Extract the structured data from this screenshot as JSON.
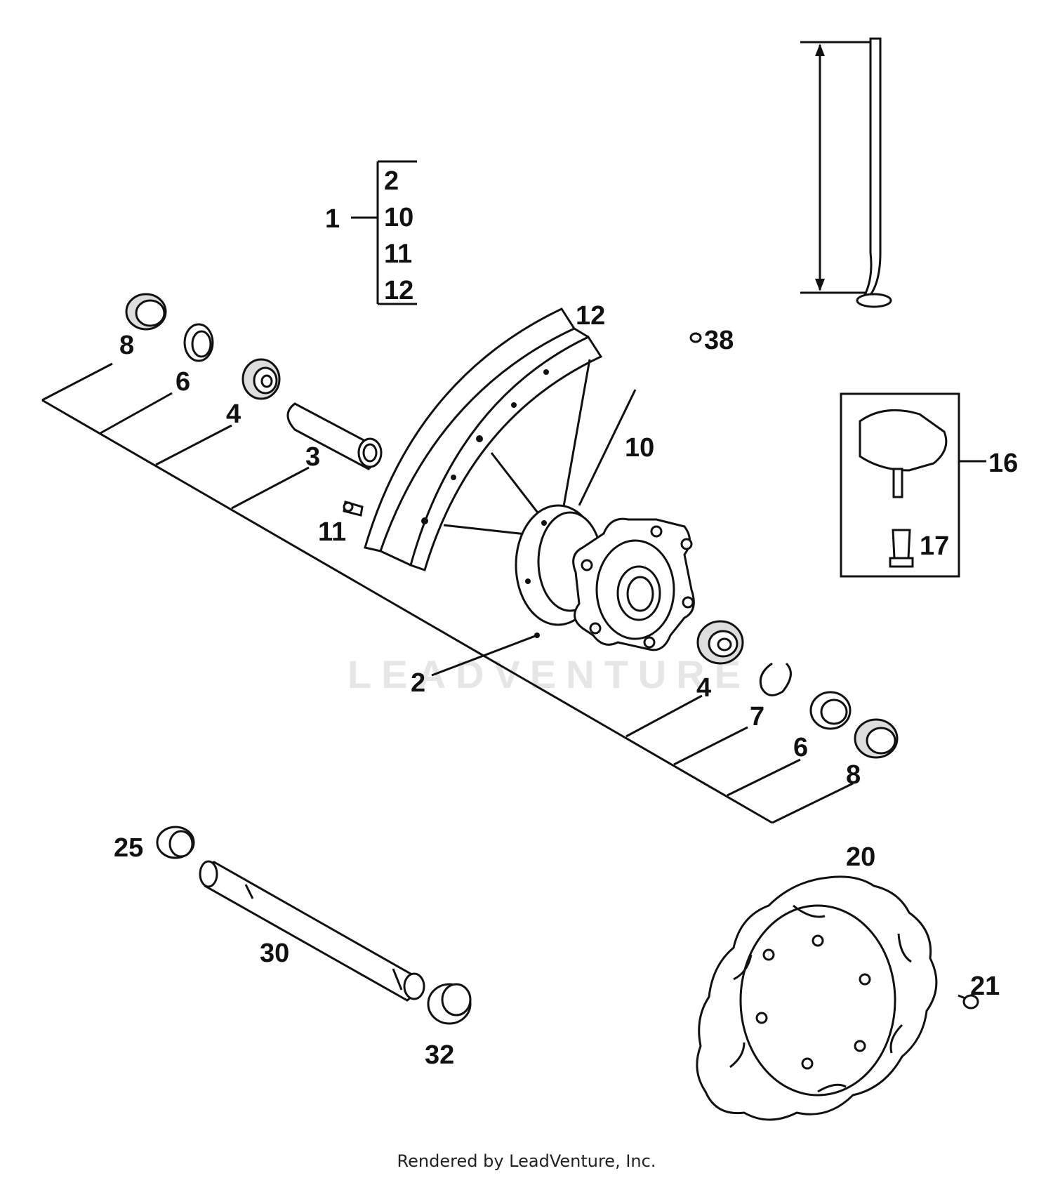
{
  "watermark": "LEADVENTURE",
  "footer": "Rendered by LeadVenture, Inc.",
  "callouts": {
    "c1": "1",
    "g2": "2",
    "g10": "10",
    "g11": "11",
    "g12": "12",
    "c8a": "8",
    "c6a": "6",
    "c4a": "4",
    "c3": "3",
    "c11": "11",
    "c12": "12",
    "c10": "10",
    "c38": "38",
    "c16": "16",
    "c17": "17",
    "c2": "2",
    "c4b": "4",
    "c7": "7",
    "c6b": "6",
    "c8b": "8",
    "c25": "25",
    "c30": "30",
    "c32": "32",
    "c20": "20",
    "c21": "21"
  }
}
